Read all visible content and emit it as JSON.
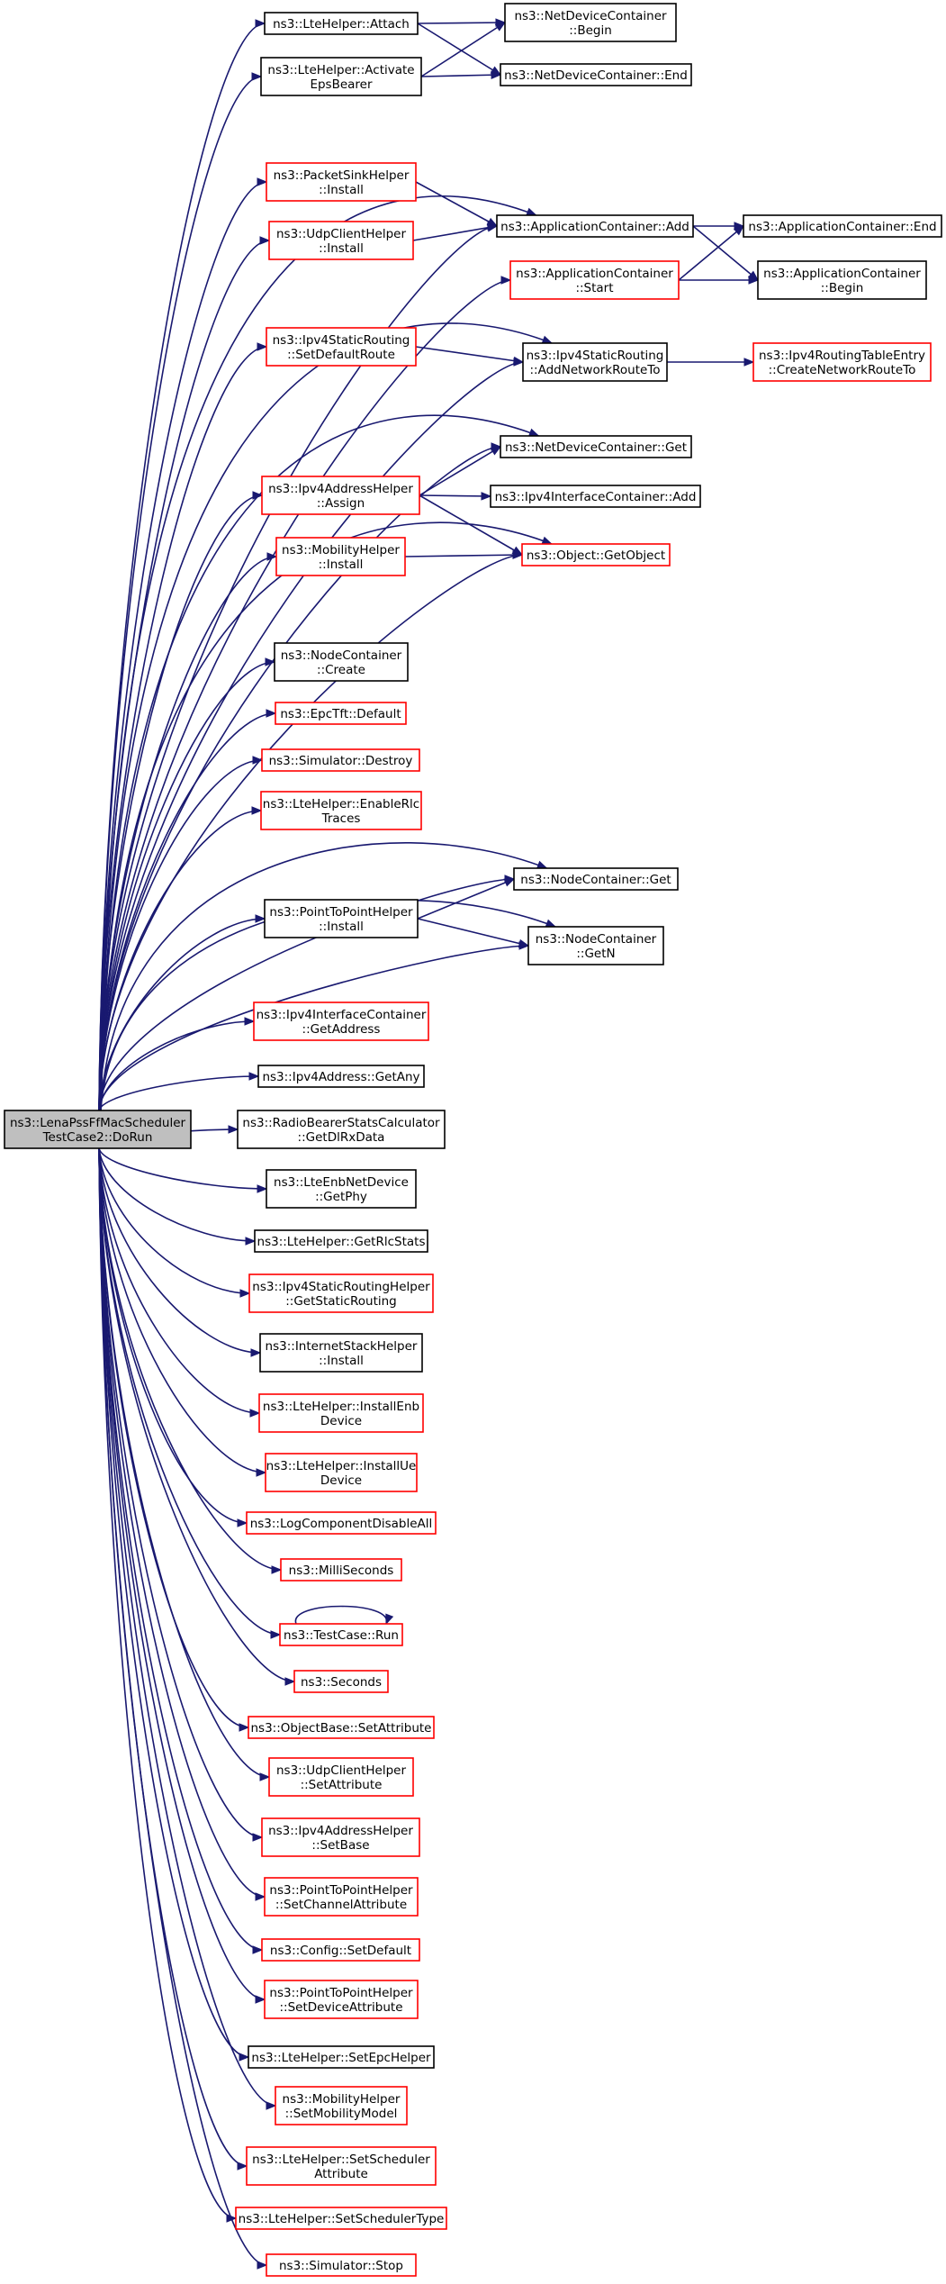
{
  "graph": {
    "nodes": {
      "root": {
        "lines": [
          "ns3::LenaPssFfMacScheduler",
          "TestCase2::DoRun"
        ]
      },
      "attach": {
        "lines": [
          "ns3::LteHelper::Attach"
        ]
      },
      "activate": {
        "lines": [
          "ns3::LteHelper::Activate",
          "EpsBearer"
        ]
      },
      "ndcBegin": {
        "lines": [
          "ns3::NetDeviceContainer",
          "::Begin"
        ]
      },
      "ndcEnd": {
        "lines": [
          "ns3::NetDeviceContainer::End"
        ]
      },
      "psInstall": {
        "lines": [
          "ns3::PacketSinkHelper",
          "::Install"
        ]
      },
      "udpInstall": {
        "lines": [
          "ns3::UdpClientHelper",
          "::Install"
        ]
      },
      "appAdd": {
        "lines": [
          "ns3::ApplicationContainer::Add"
        ]
      },
      "appStart": {
        "lines": [
          "ns3::ApplicationContainer",
          "::Start"
        ]
      },
      "appEnd": {
        "lines": [
          "ns3::ApplicationContainer::End"
        ]
      },
      "appBegin": {
        "lines": [
          "ns3::ApplicationContainer",
          "::Begin"
        ]
      },
      "setDefRoute": {
        "lines": [
          "ns3::Ipv4StaticRouting",
          "::SetDefaultRoute"
        ]
      },
      "addNetRoute": {
        "lines": [
          "ns3::Ipv4StaticRouting",
          "::AddNetworkRouteTo"
        ]
      },
      "createNetRoute": {
        "lines": [
          "ns3::Ipv4RoutingTableEntry",
          "::CreateNetworkRouteTo"
        ]
      },
      "ndcGet": {
        "lines": [
          "ns3::NetDeviceContainer::Get"
        ]
      },
      "ipv4Assign": {
        "lines": [
          "ns3::Ipv4AddressHelper",
          "::Assign"
        ]
      },
      "ipv4IfAdd": {
        "lines": [
          "ns3::Ipv4InterfaceContainer::Add"
        ]
      },
      "mobInstall": {
        "lines": [
          "ns3::MobilityHelper",
          "::Install"
        ]
      },
      "getObject": {
        "lines": [
          "ns3::Object::GetObject"
        ]
      },
      "ncCreate": {
        "lines": [
          "ns3::NodeContainer",
          "::Create"
        ]
      },
      "epcDefault": {
        "lines": [
          "ns3::EpcTft::Default"
        ]
      },
      "simDestroy": {
        "lines": [
          "ns3::Simulator::Destroy"
        ]
      },
      "enableRlc": {
        "lines": [
          "ns3::LteHelper::EnableRlc",
          "Traces"
        ]
      },
      "p2pInstall": {
        "lines": [
          "ns3::PointToPointHelper",
          "::Install"
        ]
      },
      "ncGet": {
        "lines": [
          "ns3::NodeContainer::Get"
        ]
      },
      "ncGetN": {
        "lines": [
          "ns3::NodeContainer",
          "::GetN"
        ]
      },
      "ifGetAddr": {
        "lines": [
          "ns3::Ipv4InterfaceContainer",
          "::GetAddress"
        ]
      },
      "getAny": {
        "lines": [
          "ns3::Ipv4Address::GetAny"
        ]
      },
      "getDlRx": {
        "lines": [
          "ns3::RadioBearerStatsCalculator",
          "::GetDlRxData"
        ]
      },
      "enbGetPhy": {
        "lines": [
          "ns3::LteEnbNetDevice",
          "::GetPhy"
        ]
      },
      "getRlcStats": {
        "lines": [
          "ns3::LteHelper::GetRlcStats"
        ]
      },
      "getStaticRouting": {
        "lines": [
          "ns3::Ipv4StaticRoutingHelper",
          "::GetStaticRouting"
        ]
      },
      "inetInstall": {
        "lines": [
          "ns3::InternetStackHelper",
          "::Install"
        ]
      },
      "installEnb": {
        "lines": [
          "ns3::LteHelper::InstallEnb",
          "Device"
        ]
      },
      "installUe": {
        "lines": [
          "ns3::LteHelper::InstallUe",
          "Device"
        ]
      },
      "logDisable": {
        "lines": [
          "ns3::LogComponentDisableAll"
        ]
      },
      "milli": {
        "lines": [
          "ns3::MilliSeconds"
        ]
      },
      "tcRun": {
        "lines": [
          "ns3::TestCase::Run"
        ]
      },
      "seconds": {
        "lines": [
          "ns3::Seconds"
        ]
      },
      "obSetAttr": {
        "lines": [
          "ns3::ObjectBase::SetAttribute"
        ]
      },
      "udpSetAttr": {
        "lines": [
          "ns3::UdpClientHelper",
          "::SetAttribute"
        ]
      },
      "ipv4SetBase": {
        "lines": [
          "ns3::Ipv4AddressHelper",
          "::SetBase"
        ]
      },
      "p2pSetChan": {
        "lines": [
          "ns3::PointToPointHelper",
          "::SetChannelAttribute"
        ]
      },
      "cfgSetDefault": {
        "lines": [
          "ns3::Config::SetDefault"
        ]
      },
      "p2pSetDev": {
        "lines": [
          "ns3::PointToPointHelper",
          "::SetDeviceAttribute"
        ]
      },
      "setEpc": {
        "lines": [
          "ns3::LteHelper::SetEpcHelper"
        ]
      },
      "setMobModel": {
        "lines": [
          "ns3::MobilityHelper",
          "::SetMobilityModel"
        ]
      },
      "setSchedAttr": {
        "lines": [
          "ns3::LteHelper::SetScheduler",
          "Attribute"
        ]
      },
      "setSchedType": {
        "lines": [
          "ns3::LteHelper::SetSchedulerType"
        ]
      },
      "simStop": {
        "lines": [
          "ns3::Simulator::Stop"
        ]
      }
    }
  }
}
